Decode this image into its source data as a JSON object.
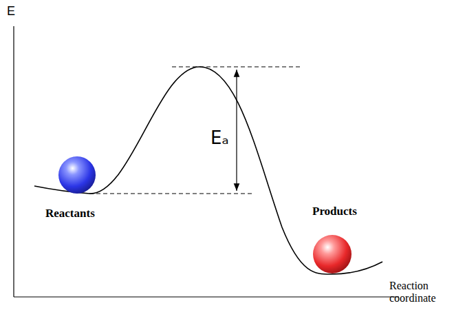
{
  "diagram": {
    "labels": [
      "E",
      "Eₐ",
      "Reactants",
      "Products",
      "Reaction coordinate"
    ]
  }
}
